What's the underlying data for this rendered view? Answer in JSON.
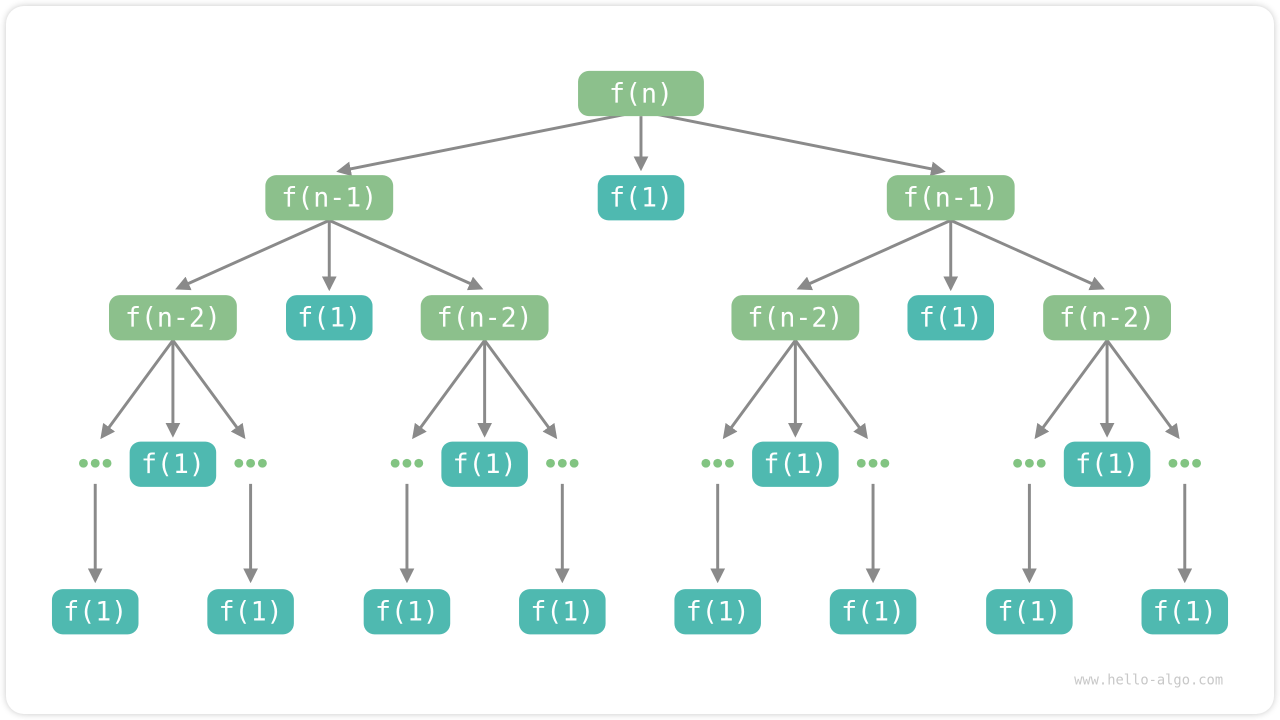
{
  "page": {
    "watermark": "www.hello-algo.com"
  },
  "colors": {
    "node_green": "#8CC08C",
    "node_teal": "#4FB9B0",
    "edge_gray": "#8A8A8A",
    "dot_green": "#82C482",
    "label_white": "#FFFFFF",
    "watermark_gray": "#C8C8C8",
    "card_background": "#FFFFFF"
  },
  "tree": {
    "root": {
      "label": "f(n)",
      "type": "green"
    },
    "level2": [
      {
        "label": "f(n-1)",
        "type": "green"
      },
      {
        "label": "f(1)",
        "type": "teal"
      },
      {
        "label": "f(n-1)",
        "type": "green"
      }
    ],
    "level3": [
      {
        "label": "f(n-2)",
        "type": "green"
      },
      {
        "label": "f(1)",
        "type": "teal"
      },
      {
        "label": "f(n-2)",
        "type": "green"
      },
      {
        "label": "f(n-2)",
        "type": "green"
      },
      {
        "label": "f(1)",
        "type": "teal"
      },
      {
        "label": "f(n-2)",
        "type": "green"
      }
    ],
    "level4": [
      {
        "left": "...",
        "center": "f(1)",
        "right": "..."
      },
      {
        "left": "...",
        "center": "f(1)",
        "right": "..."
      },
      {
        "left": "...",
        "center": "f(1)",
        "right": "..."
      },
      {
        "left": "...",
        "center": "f(1)",
        "right": "..."
      }
    ],
    "level5": [
      {
        "label": "f(1)"
      },
      {
        "label": "f(1)"
      },
      {
        "label": "f(1)"
      },
      {
        "label": "f(1)"
      },
      {
        "label": "f(1)"
      },
      {
        "label": "f(1)"
      },
      {
        "label": "f(1)"
      },
      {
        "label": "f(1)"
      }
    ]
  }
}
